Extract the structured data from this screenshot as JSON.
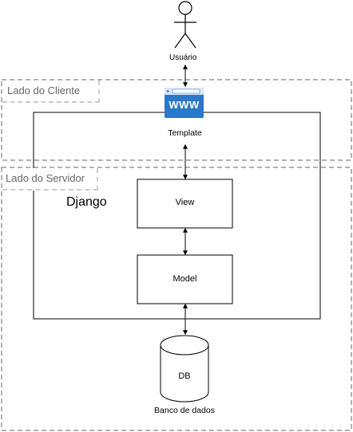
{
  "actor": {
    "label": "Usuário",
    "icon": "user-icon"
  },
  "zones": {
    "client": {
      "label": "Lado do Cliente"
    },
    "server": {
      "label": "Lado do Servidor"
    }
  },
  "framework": {
    "label": "Django"
  },
  "template": {
    "label": "Template",
    "icon_text": "WWW",
    "icon": "browser-www-icon"
  },
  "view": {
    "label": "View"
  },
  "model": {
    "label": "Model"
  },
  "database": {
    "short": "DB",
    "label": "Banco de dados",
    "icon": "database-cylinder-icon"
  },
  "colors": {
    "zone_border": "#b3b3b3",
    "browser_blue": "#2b78c9",
    "browser_bar": "#d9e8f7"
  }
}
